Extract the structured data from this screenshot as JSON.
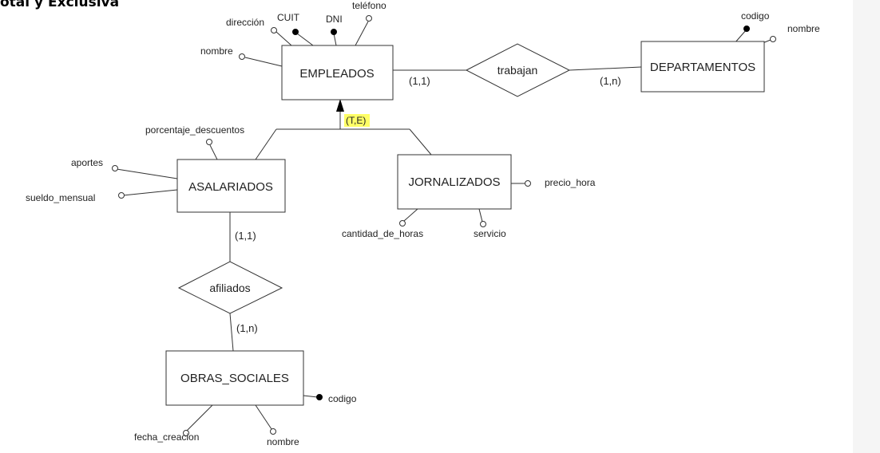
{
  "heading": "otal y Exclusiva",
  "entities": {
    "empleados": "EMPLEADOS",
    "departamentos": "DEPARTAMENTOS",
    "asalariados": "ASALARIADOS",
    "jornalizados": "JORNALIZADOS",
    "obras_sociales": "OBRAS_SOCIALES"
  },
  "relationships": {
    "trabajan": "trabajan",
    "afiliados": "afiliados"
  },
  "attributes": {
    "empleados_nombre": "nombre",
    "empleados_direccion": "dirección",
    "empleados_cuit": "CUIT",
    "empleados_dni": "DNI",
    "empleados_telefono": "teléfono",
    "departamentos_codigo": "codigo",
    "departamentos_nombre": "nombre",
    "asalariados_porcentaje": "porcentaje_descuentos",
    "asalariados_aportes": "aportes",
    "asalariados_sueldo": "sueldo_mensual",
    "jornalizados_precio": "precio_hora",
    "jornalizados_cantidad": "cantidad_de_horas",
    "jornalizados_servicio": "servicio",
    "obras_codigo": "codigo",
    "obras_fecha": "fecha_creacion",
    "obras_nombre": "nombre"
  },
  "cardinalities": {
    "empleados_trabajan": "(1,1)",
    "departamentos_trabajan": "(1,n)",
    "asalariados_afiliados": "(1,1)",
    "obras_afiliados": "(1,n)"
  },
  "generalization": {
    "label": "(T,E)",
    "highlight_color": "#ffff66"
  },
  "colors": {
    "line": "#333333",
    "key_attribute": "#000000",
    "background": "#ffffff"
  }
}
